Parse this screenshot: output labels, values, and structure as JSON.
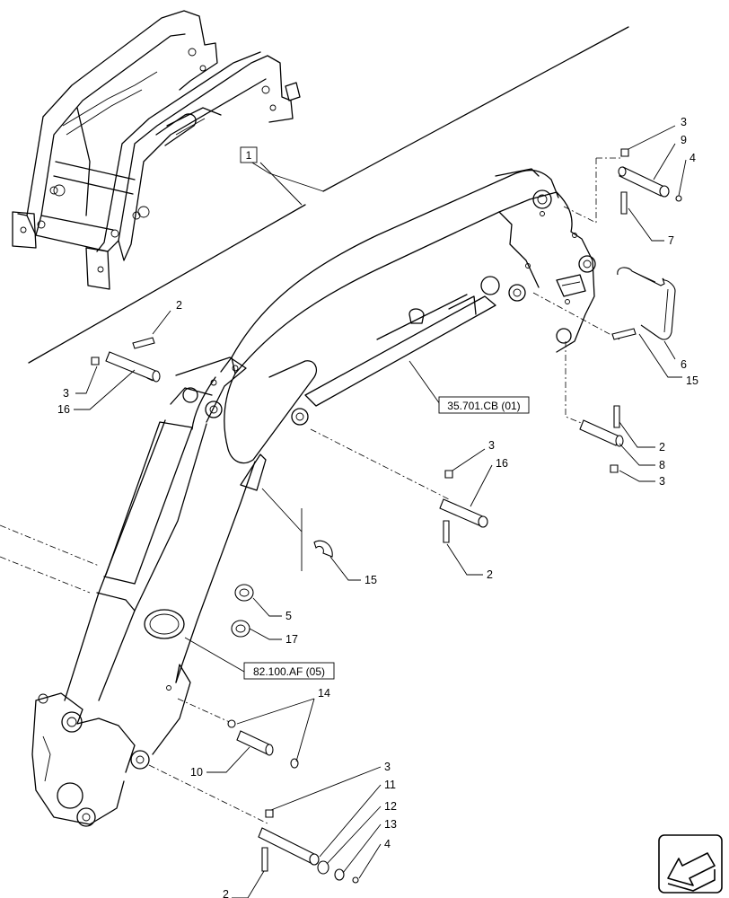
{
  "diagram": {
    "reference_boxes": [
      {
        "id": "ref-1",
        "label": "1"
      },
      {
        "id": "ref-cylinder",
        "label": "35.701.CB (01)"
      },
      {
        "id": "ref-bushing",
        "label": "82.100.AF (05)"
      }
    ],
    "callouts": {
      "c3_top": "3",
      "c9": "9",
      "c4_top": "4",
      "c7": "7",
      "c6": "6",
      "c15_right": "15",
      "c2_right": "2",
      "c8": "8",
      "c3_right": "3",
      "c2_left": "2",
      "c3_left": "3",
      "c16_left": "16",
      "c3_mid": "3",
      "c16_mid": "16",
      "c2_mid": "2",
      "c15_mid": "15",
      "c5": "5",
      "c17": "17",
      "c14": "14",
      "c10": "10",
      "c3_bot": "3",
      "c11": "11",
      "c12": "12",
      "c13": "13",
      "c4_bot": "4",
      "c2_bot": "2"
    },
    "icons": [
      "view-direction-arrow-icon"
    ]
  }
}
